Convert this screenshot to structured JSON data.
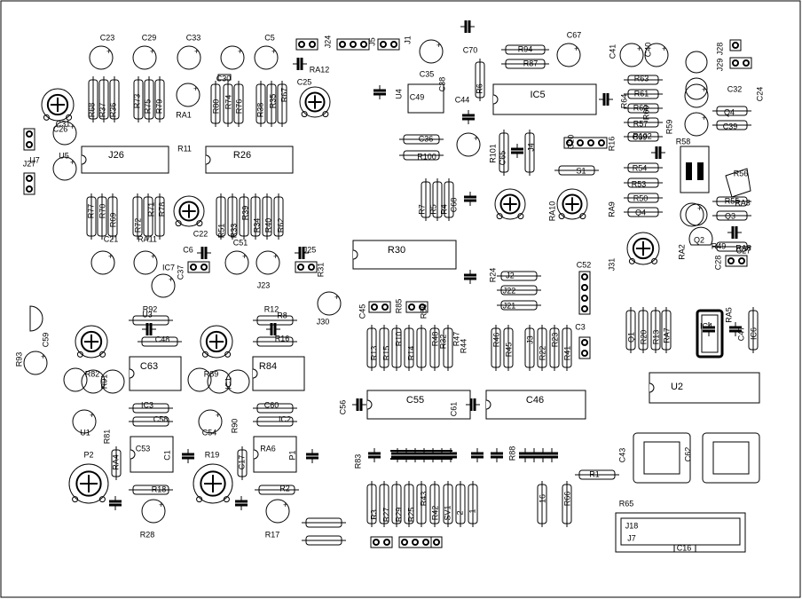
{
  "frame": {
    "stroke": "#000000",
    "background": "#ffffff"
  },
  "ics": [
    {
      "ref": "U7"
    },
    {
      "ref": "U5"
    },
    {
      "ref": "U4"
    },
    {
      "ref": "IC5"
    },
    {
      "ref": "IC7"
    },
    {
      "ref": "IC4"
    },
    {
      "ref": "IC6"
    },
    {
      "ref": "U2"
    },
    {
      "ref": "U1"
    },
    {
      "ref": "IC1"
    },
    {
      "ref": "IC3"
    },
    {
      "ref": "IC2"
    }
  ],
  "resistors_vertical": [
    "R68",
    "R37",
    "R36",
    "R73",
    "R75",
    "R79",
    "R80",
    "R74",
    "R76",
    "R38",
    "R35",
    "R67",
    "R77",
    "R70",
    "R69",
    "R72",
    "R71",
    "R78",
    "R51",
    "R33",
    "R39",
    "R34",
    "R40",
    "R62",
    "R7",
    "R5",
    "R4",
    "R6",
    "R100",
    "R101",
    "R12",
    "R8",
    "R16",
    "R13",
    "R15",
    "R10",
    "R14",
    "R48",
    "R32",
    "R47",
    "R44",
    "R46",
    "R45",
    "R22",
    "R23",
    "R41",
    "R20",
    "R13",
    "R81",
    "R90",
    "R1",
    "R18",
    "R28",
    "R2",
    "R17",
    "R3",
    "R27",
    "R29",
    "R25",
    "R43",
    "R42"
  ],
  "resistors_horizontal": [
    "R94",
    "R87",
    "R26",
    "R11",
    "R102",
    "R64",
    "R63",
    "R61",
    "R62",
    "R60",
    "R59",
    "R58",
    "R54",
    "R53",
    "R50",
    "R57",
    "R55",
    "R31",
    "R30",
    "R24",
    "R85",
    "R86",
    "R93",
    "R92",
    "R84",
    "R82",
    "R91",
    "R89",
    "R83",
    "R88",
    "R66",
    "R65",
    "R19",
    "R16",
    "R46"
  ],
  "caps_round": [
    "C23",
    "C29",
    "C33",
    "C5",
    "C35",
    "C67",
    "C41",
    "C40",
    "C39",
    "C25",
    "C32",
    "C30",
    "C24",
    "C26",
    "C20",
    "C27",
    "C28",
    "C21",
    "C22",
    "C6",
    "C51",
    "C52",
    "C48",
    "C47",
    "C63",
    "C55",
    "C46",
    "C56",
    "C61",
    "C43",
    "C62",
    "C36",
    "C45",
    "C59",
    "C68"
  ],
  "caps_flat": [
    "RA12",
    "C38",
    "C44",
    "C70",
    "C49",
    "C37",
    "C58",
    "C60",
    "C54",
    "C53",
    "C1",
    "C17",
    "C69"
  ],
  "trimmers": [
    "RA1",
    "RA3",
    "RA2",
    "RA12",
    "RA7",
    "RA5",
    "RA10",
    "RA9",
    "RA8",
    "RA11",
    "RA6",
    "RA4"
  ],
  "headers": [
    "J27",
    "J26",
    "J24",
    "J1",
    "J5",
    "J4",
    "J2",
    "J3",
    "J31",
    "J30",
    "J25",
    "J23",
    "J22",
    "J18",
    "J7",
    "J28",
    "J29"
  ],
  "transistors": [
    "Q3",
    "Q4",
    "Q2",
    "Q1",
    "U3"
  ],
  "switch": "S1",
  "connector": {
    "ref": "SV1",
    "pin_a": "2",
    "pin_b": "1",
    "pins": "16"
  },
  "pads": [
    "P1",
    "P2"
  ],
  "texts": [
    {
      "t": "C23"
    },
    {
      "t": "C29"
    },
    {
      "t": "C33"
    },
    {
      "t": "C5"
    },
    {
      "t": "J24"
    },
    {
      "t": "J1"
    },
    {
      "t": "J5"
    },
    {
      "t": "RA12"
    },
    {
      "t": "C70"
    },
    {
      "t": "C35"
    },
    {
      "t": "R94"
    },
    {
      "t": "R87"
    },
    {
      "t": "C67"
    },
    {
      "t": "C41"
    },
    {
      "t": "C40"
    },
    {
      "t": "J28"
    },
    {
      "t": "J29"
    },
    {
      "t": "R68"
    },
    {
      "t": "R37"
    },
    {
      "t": "R36"
    },
    {
      "t": "R73"
    },
    {
      "t": "R75"
    },
    {
      "t": "R79"
    },
    {
      "t": "C30"
    },
    {
      "t": "R80"
    },
    {
      "t": "R74"
    },
    {
      "t": "R76"
    },
    {
      "t": "R38"
    },
    {
      "t": "R35"
    },
    {
      "t": "R67"
    },
    {
      "t": "C25"
    },
    {
      "t": "C38"
    },
    {
      "t": "C49"
    },
    {
      "t": "U4"
    },
    {
      "t": "R6"
    },
    {
      "t": "C44"
    },
    {
      "t": "IC5"
    },
    {
      "t": "R64"
    },
    {
      "t": "R63"
    },
    {
      "t": "R61"
    },
    {
      "t": "R62"
    },
    {
      "t": "R57"
    },
    {
      "t": "C69"
    },
    {
      "t": "R60"
    },
    {
      "t": "R59"
    },
    {
      "t": "Q4"
    },
    {
      "t": "C39"
    },
    {
      "t": "C32"
    },
    {
      "t": "C24"
    },
    {
      "t": "RA1"
    },
    {
      "t": "C31"
    },
    {
      "t": "C26"
    },
    {
      "t": "U7"
    },
    {
      "t": "U5"
    },
    {
      "t": "J27"
    },
    {
      "t": "J26"
    },
    {
      "t": "R26"
    },
    {
      "t": "R11"
    },
    {
      "t": "C36"
    },
    {
      "t": "R100"
    },
    {
      "t": "R101"
    },
    {
      "t": "C65"
    },
    {
      "t": "J4"
    },
    {
      "t": "C20"
    },
    {
      "t": "R16"
    },
    {
      "t": "S1"
    },
    {
      "t": "R102"
    },
    {
      "t": "R58"
    },
    {
      "t": "R54"
    },
    {
      "t": "R53"
    },
    {
      "t": "R50"
    },
    {
      "t": "Q4"
    },
    {
      "t": "R56"
    },
    {
      "t": "R55"
    },
    {
      "t": "Q3"
    },
    {
      "t": "RA3"
    },
    {
      "t": "R77"
    },
    {
      "t": "R70"
    },
    {
      "t": "R69"
    },
    {
      "t": "R72"
    },
    {
      "t": "R71"
    },
    {
      "t": "R78"
    },
    {
      "t": "C22"
    },
    {
      "t": "R51"
    },
    {
      "t": "R33"
    },
    {
      "t": "R39"
    },
    {
      "t": "R34"
    },
    {
      "t": "R40"
    },
    {
      "t": "R62"
    },
    {
      "t": "R7"
    },
    {
      "t": "R5"
    },
    {
      "t": "R4"
    },
    {
      "t": "C68"
    },
    {
      "t": "RA10"
    },
    {
      "t": "RA9"
    },
    {
      "t": "RA2"
    },
    {
      "t": "Q2"
    },
    {
      "t": "R49"
    },
    {
      "t": "C27"
    },
    {
      "t": "C28"
    },
    {
      "t": "RA8"
    },
    {
      "t": "C21"
    },
    {
      "t": "RA11"
    },
    {
      "t": "C6"
    },
    {
      "t": "C51"
    },
    {
      "t": "J23"
    },
    {
      "t": "J25"
    },
    {
      "t": "IC7"
    },
    {
      "t": "C37"
    },
    {
      "t": "R31"
    },
    {
      "t": "R30"
    },
    {
      "t": "R24"
    },
    {
      "t": "J2"
    },
    {
      "t": "J22"
    },
    {
      "t": "J21"
    },
    {
      "t": "C52"
    },
    {
      "t": "J31"
    },
    {
      "t": "J30"
    },
    {
      "t": "C45"
    },
    {
      "t": "R85"
    },
    {
      "t": "R86"
    },
    {
      "t": "C59"
    },
    {
      "t": "R93"
    },
    {
      "t": "R92"
    },
    {
      "t": "U3"
    },
    {
      "t": "C48"
    },
    {
      "t": "R12"
    },
    {
      "t": "R8"
    },
    {
      "t": "R16"
    },
    {
      "t": "R13"
    },
    {
      "t": "R15"
    },
    {
      "t": "R10"
    },
    {
      "t": "R14"
    },
    {
      "t": "R48"
    },
    {
      "t": "R32"
    },
    {
      "t": "R47"
    },
    {
      "t": "R44"
    },
    {
      "t": "R46"
    },
    {
      "t": "R45"
    },
    {
      "t": "J3"
    },
    {
      "t": "R22"
    },
    {
      "t": "R23"
    },
    {
      "t": "R41"
    },
    {
      "t": "C3"
    },
    {
      "t": "Q1"
    },
    {
      "t": "R20"
    },
    {
      "t": "R13"
    },
    {
      "t": "RA7"
    },
    {
      "t": "IC4"
    },
    {
      "t": "RA5"
    },
    {
      "t": "IC6"
    },
    {
      "t": "C47"
    },
    {
      "t": "C63"
    },
    {
      "t": "R84"
    },
    {
      "t": "R82"
    },
    {
      "t": "R91"
    },
    {
      "t": "R89"
    },
    {
      "t": "IC1"
    },
    {
      "t": "IC3"
    },
    {
      "t": "C58"
    },
    {
      "t": "C60"
    },
    {
      "t": "IC2"
    },
    {
      "t": "C55"
    },
    {
      "t": "C46"
    },
    {
      "t": "C56"
    },
    {
      "t": "C61"
    },
    {
      "t": "U2"
    },
    {
      "t": "U1"
    },
    {
      "t": "R81"
    },
    {
      "t": "C54"
    },
    {
      "t": "R90"
    },
    {
      "t": "C53"
    },
    {
      "t": "RA6"
    },
    {
      "t": "RA4"
    },
    {
      "t": "C1"
    },
    {
      "t": "C17"
    },
    {
      "t": "P1"
    },
    {
      "t": "P2"
    },
    {
      "t": "R19"
    },
    {
      "t": "R83"
    },
    {
      "t": "R88"
    },
    {
      "t": "C43"
    },
    {
      "t": "C62"
    },
    {
      "t": "R1"
    },
    {
      "t": "R18"
    },
    {
      "t": "R28"
    },
    {
      "t": "R2"
    },
    {
      "t": "R17"
    },
    {
      "t": "R3"
    },
    {
      "t": "R27"
    },
    {
      "t": "R29"
    },
    {
      "t": "R25"
    },
    {
      "t": "R43"
    },
    {
      "t": "R42"
    },
    {
      "t": "SV1"
    },
    {
      "t": "2"
    },
    {
      "t": "1"
    },
    {
      "t": "16"
    },
    {
      "t": "R66"
    },
    {
      "t": "R65"
    },
    {
      "t": "J18"
    },
    {
      "t": "J7"
    },
    {
      "t": "C16"
    }
  ]
}
